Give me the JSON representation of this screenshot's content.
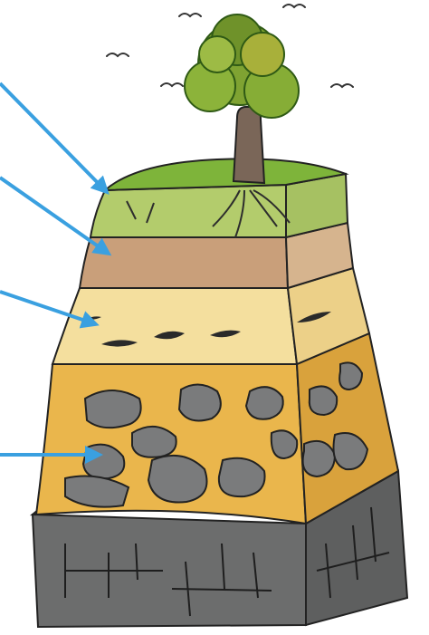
{
  "diagram": {
    "subject": "soil-profile",
    "layers": [
      {
        "id": "topsoil-grass",
        "color": "#a7c65c"
      },
      {
        "id": "subsoil-brown",
        "color": "#c9a27c"
      },
      {
        "id": "sandy-layer",
        "color": "#f2dd9a"
      },
      {
        "id": "rocky-layer",
        "color": "#e9b84e"
      },
      {
        "id": "bedrock",
        "color": "#6f7070"
      }
    ],
    "arrow_color": "#3aa0e0",
    "arrow_count": 4
  }
}
